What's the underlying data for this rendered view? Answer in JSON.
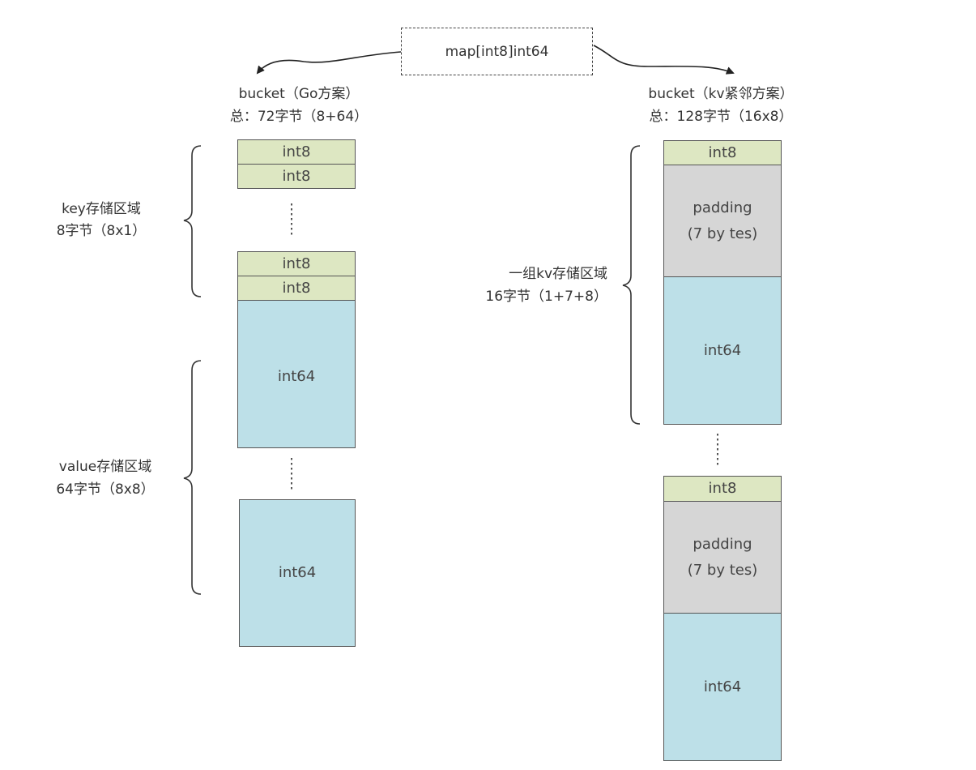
{
  "title": "map[int8]int64",
  "left": {
    "heading": "bucket（Go方案）",
    "total": "总：72字节（8+64）",
    "key_region": {
      "label": "key存储区域",
      "size": "8字节（8x1）"
    },
    "value_region": {
      "label": "value存储区域",
      "size": "64字节（8x8）"
    },
    "cells": {
      "k1": "int8",
      "k2": "int8",
      "k3": "int8",
      "k4": "int8",
      "v1": "int64",
      "v2": "int64"
    }
  },
  "right": {
    "heading": "bucket（kv紧邻方案）",
    "total": "总：128字节（16x8）",
    "group_region": {
      "label": "一组kv存储区域",
      "size": "16字节（1+7+8）"
    },
    "cells": {
      "k1": "int8",
      "pad1_a": "padding",
      "pad1_b": "(7 by tes)",
      "v1": "int64",
      "k2": "int8",
      "pad2_a": "padding",
      "pad2_b": "(7 by tes)",
      "v2": "int64"
    }
  },
  "colors": {
    "key": "#dde7c2",
    "value": "#bde0e8",
    "padding": "#d6d6d6",
    "border": "#555555"
  }
}
